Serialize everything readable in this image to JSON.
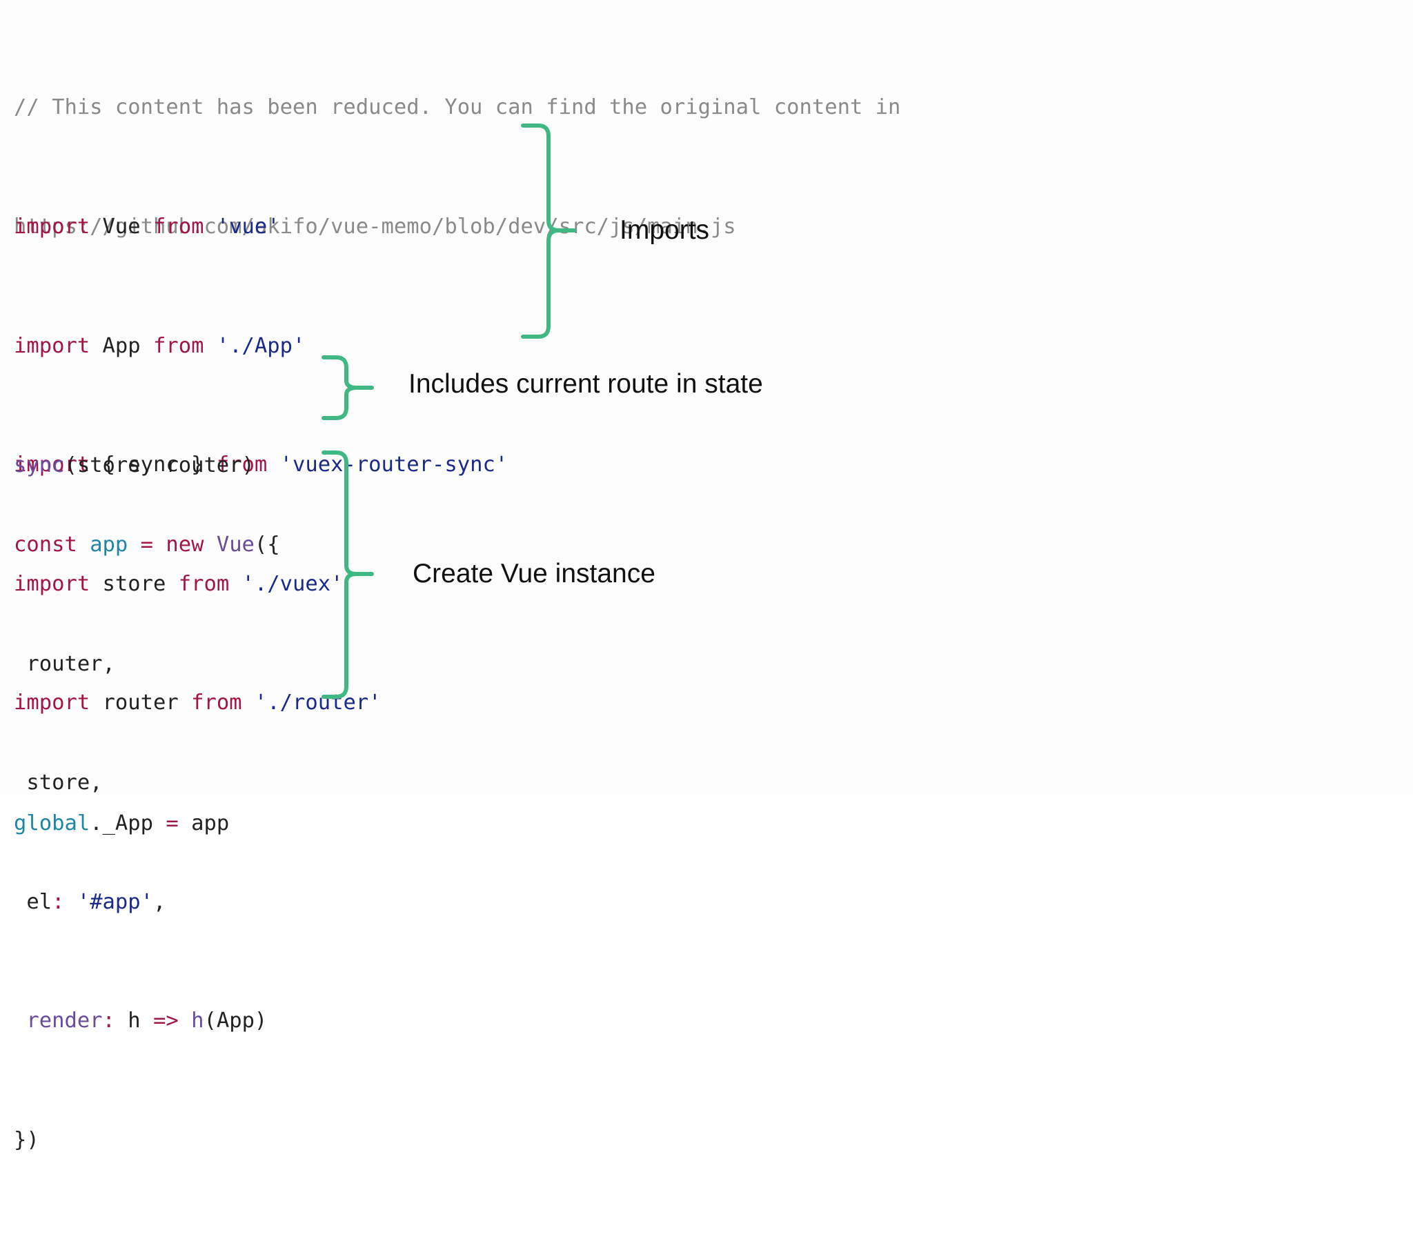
{
  "comment": {
    "line1": "// This content has been reduced. You can find the original content in",
    "line2": "https://github.com/akifo/vue-memo/blob/dev/src/js/main.js"
  },
  "imports": [
    {
      "kw1": "import",
      "name": " Vue ",
      "kw2": "from",
      "path": " 'vue'"
    },
    {
      "kw1": "import",
      "name": " App ",
      "kw2": "from",
      "path": " './App'"
    },
    {
      "kw1": "import",
      "name": " { sync } ",
      "kw2": "from",
      "path": " 'vuex-router-sync'"
    },
    {
      "kw1": "import",
      "name": " store ",
      "kw2": "from",
      "path": " './vuex'"
    },
    {
      "kw1": "import",
      "name": " router ",
      "kw2": "from",
      "path": " './router'"
    }
  ],
  "sync_line": {
    "fn": "sync",
    "args": "(store, router)"
  },
  "vue_instance": {
    "const_kw": "const",
    "var_name": " app",
    "assign": " = ",
    "new_kw": "new",
    "ctor": " Vue",
    "open": "({",
    "router_line": " router,",
    "store_line": " store,",
    "el_key": " el",
    "el_colon": ": ",
    "el_value": "'#app'",
    "el_comma": ",",
    "render_key": " render",
    "render_colon": ": ",
    "render_param": "h ",
    "render_arrow": "=>",
    "render_fn": " h",
    "render_args": "(App)",
    "close": "})"
  },
  "global_line": {
    "obj": "global",
    "prop": "._App ",
    "assign": "=",
    "value": " app"
  },
  "labels": {
    "imports": "Imports",
    "sync": "Includes current route in state",
    "vue": "Create Vue instance"
  },
  "colors": {
    "keyword": "#a31549",
    "string": "#1a2a8a",
    "function": "#6a4c9c",
    "variable": "#1f87a6",
    "comment": "#8a8a8a",
    "brace": "#3fb883"
  }
}
